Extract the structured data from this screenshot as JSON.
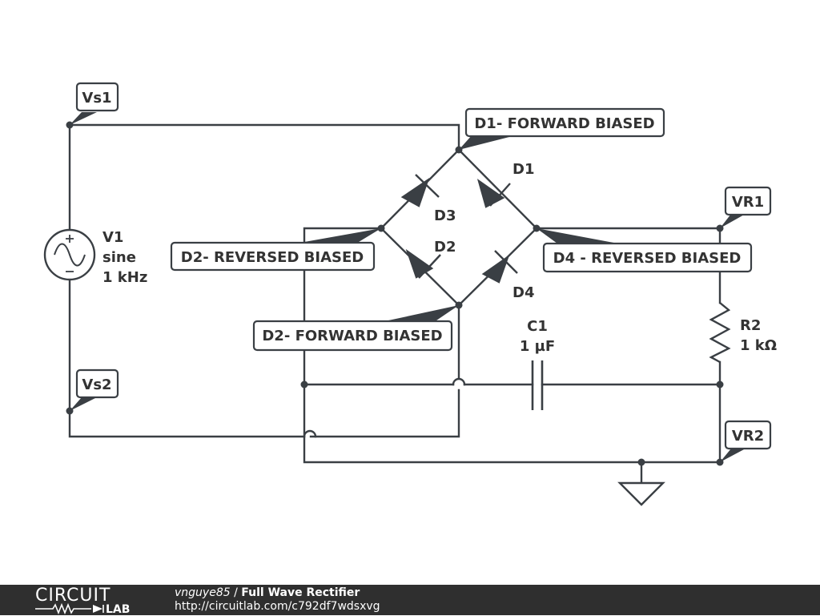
{
  "schematic": {
    "nodes": {
      "vs1": "Vs1",
      "vs2": "Vs2",
      "vr1": "VR1",
      "vr2": "VR2"
    },
    "annotations": {
      "d1_forward": "D1- FORWARD BIASED",
      "d2_reversed": "D2- REVERSED BIASED",
      "d2_forward": "D2- FORWARD BIASED",
      "d4_reversed": "D4 - REVERSED BIASED"
    },
    "components": {
      "d1": "D1",
      "d2": "D2",
      "d3": "D3",
      "d4": "D4",
      "v1_name": "V1",
      "v1_type": "sine",
      "v1_freq": "1 kHz",
      "c1_name": "C1",
      "c1_value": "1 µF",
      "r2_name": "R2",
      "r2_value": "1 kΩ"
    }
  },
  "footer": {
    "logo_top": "CIRCUIT",
    "logo_bottom": "LAB",
    "author": "vnguye85",
    "separator": " / ",
    "title": "Full Wave Rectifier",
    "url": "http://circuitlab.com/c792df7wdsxvg"
  },
  "colors": {
    "wire": "#3a3f44",
    "footer_bg": "#2f2f2f"
  }
}
